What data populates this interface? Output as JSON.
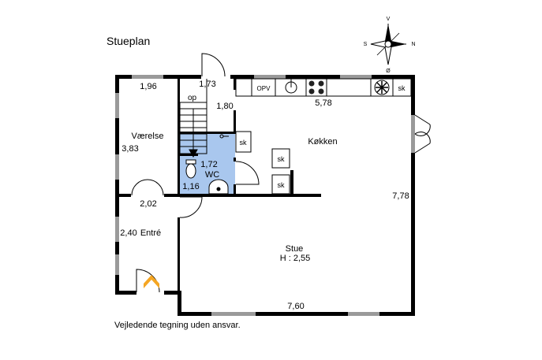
{
  "title": "Stueplan",
  "disclaimer": "Vejledende tegning uden ansvar.",
  "compass": {
    "north": "N",
    "south": "S",
    "east": "V",
    "west": "Ø"
  },
  "rooms": {
    "vaerelse": {
      "name": "Værelse",
      "dim_top": "1,96",
      "dim_side": "3,83"
    },
    "stair": {
      "label": "op",
      "dim_top": "1,73",
      "dim_side": "1,80"
    },
    "wc": {
      "name": "WC",
      "dim_top": "1,72",
      "dim_side": "1,16"
    },
    "entre": {
      "name": "Entré",
      "dim_top": "2,02",
      "dim_side": "2,40"
    },
    "kokken": {
      "name": "Køkken",
      "dim_top": "5,78",
      "opv": "OPV"
    },
    "stue": {
      "name": "Stue",
      "height": "H : 2,55",
      "dim_bottom": "7,60",
      "dim_side": "7,78"
    }
  },
  "cabinet_label": "sk",
  "colors": {
    "wall": "#000000",
    "window": "#9a9a9a",
    "wc_fill": "#a9c7ee"
  }
}
